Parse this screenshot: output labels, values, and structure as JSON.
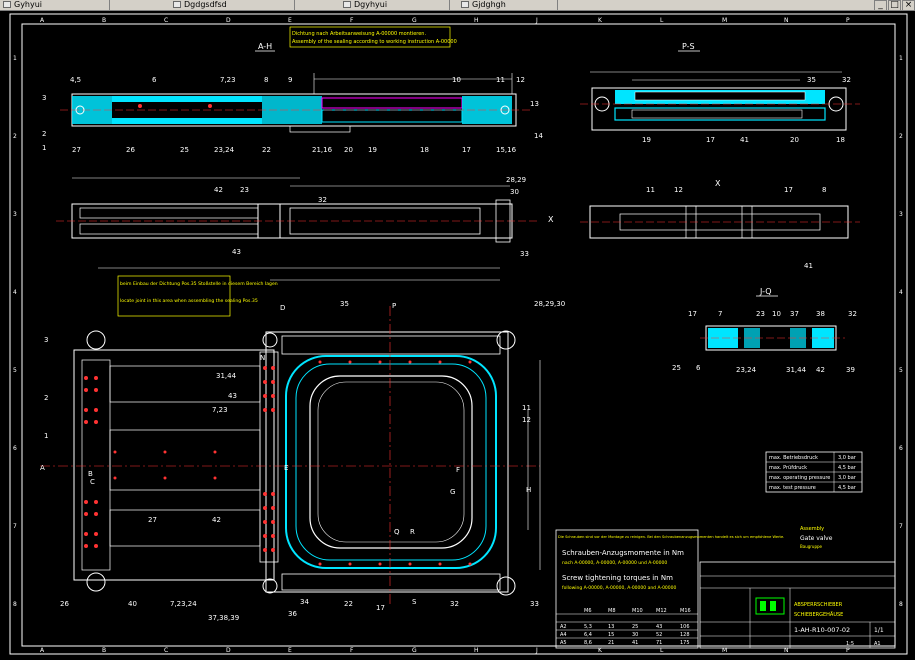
{
  "tabs": [
    {
      "label": "Gyhyui"
    },
    {
      "label": "Dgdgsdfsd"
    },
    {
      "label": "Dgyhyui"
    },
    {
      "label": "Gjdghgh"
    }
  ],
  "window_buttons": {
    "minimize": "_",
    "restore": "□",
    "close": "×"
  },
  "frame": {
    "top_letters": [
      "A",
      "B",
      "C",
      "D",
      "E",
      "F",
      "G",
      "H",
      "J",
      "K",
      "L",
      "M",
      "N",
      "P"
    ],
    "side_numbers": [
      "1",
      "2",
      "3",
      "4",
      "5",
      "6",
      "7",
      "8"
    ]
  },
  "views": {
    "ah": "A-H",
    "ps": "P-S",
    "x": "X",
    "jq": "J-Q"
  },
  "notes": {
    "top_de": "Dichtung nach Arbeitsanweisung A-00000 montieren.",
    "top_en": "Assembly of the sealing according to working instruction A-00000",
    "mid_de": "beim Einbau der Dichtung Pos.35 Stoßstelle in diesem Bereich lagen",
    "mid_en": "locate joint in this area when assembling the sealing Pos.35"
  },
  "labels_ah": [
    "3",
    "4,5",
    "6",
    "7,23",
    "8",
    "9",
    "10",
    "11",
    "12",
    "13",
    "14",
    "2",
    "1",
    "27",
    "26",
    "25",
    "23,24",
    "22",
    "21,16",
    "20",
    "19",
    "18",
    "17",
    "15,16"
  ],
  "labels_ps": [
    "35",
    "32",
    "19",
    "17",
    "41",
    "20",
    "18"
  ],
  "labels_side": [
    "42",
    "23",
    "43",
    "32",
    "28,29",
    "30",
    "33"
  ],
  "labels_x": [
    "11",
    "12",
    "17",
    "8",
    "41"
  ],
  "labels_jq": [
    "17",
    "7",
    "23",
    "10",
    "37",
    "38",
    "32",
    "25",
    "6",
    "23,24",
    "31,44",
    "42",
    "39"
  ],
  "labels_plan": [
    "3",
    "2",
    "1",
    "26",
    "27",
    "40",
    "7,23,24",
    "42",
    "37,38,39",
    "36",
    "34",
    "22",
    "17",
    "32",
    "33",
    "35",
    "28,29,30",
    "31,44",
    "43",
    "7,23",
    "11",
    "12"
  ],
  "section_marks": [
    "D",
    "P",
    "A",
    "C",
    "E",
    "F",
    "G",
    "H",
    "Q",
    "R",
    "S",
    "N",
    "B"
  ],
  "pressure_table": [
    {
      "label": "max. Betriebsdruck",
      "value": "3,0 bar"
    },
    {
      "label": "max. Prüfdruck",
      "value": "4,5 bar"
    },
    {
      "label": "max. operating pressure",
      "value": "3,0 bar"
    },
    {
      "label": "max. test pressure",
      "value": "4,5 bar"
    }
  ],
  "torque": {
    "notice": "Die Schrauben sind vor der Montage zu reinigen. Bei den Schraubenanzugsmomenten handelt es sich um empfohlene Werte.",
    "title_de": "Schrauben-Anzugsmomente in Nm",
    "sub_de": "nach A-00000, A-00000, A-00000 und A-00000",
    "title_en": "Screw tightening torques in Nm",
    "sub_en": "following A-00000, A-00000, A-00000 and A-00000",
    "columns": [
      "",
      "M6",
      "M8",
      "M10",
      "M12",
      "M16"
    ],
    "rows": [
      [
        "A2",
        "5,3",
        "13",
        "25",
        "43",
        "106"
      ],
      [
        "A4",
        "6,4",
        "15",
        "30",
        "52",
        "128"
      ],
      [
        "A5",
        "8,6",
        "21",
        "41",
        "71",
        "175"
      ]
    ]
  },
  "title_block": {
    "assembly_de": "Assembly",
    "assembly_en": "Gate valve",
    "assembly_sub": "Baugruppe",
    "company": "ABSPERRSCHIEBER",
    "description": "SCHIEBERGEHÄUSE",
    "drawing_no": "1-AH-R10-007-02",
    "sheet": "1/1",
    "scale": "1:5",
    "format": "A1"
  }
}
